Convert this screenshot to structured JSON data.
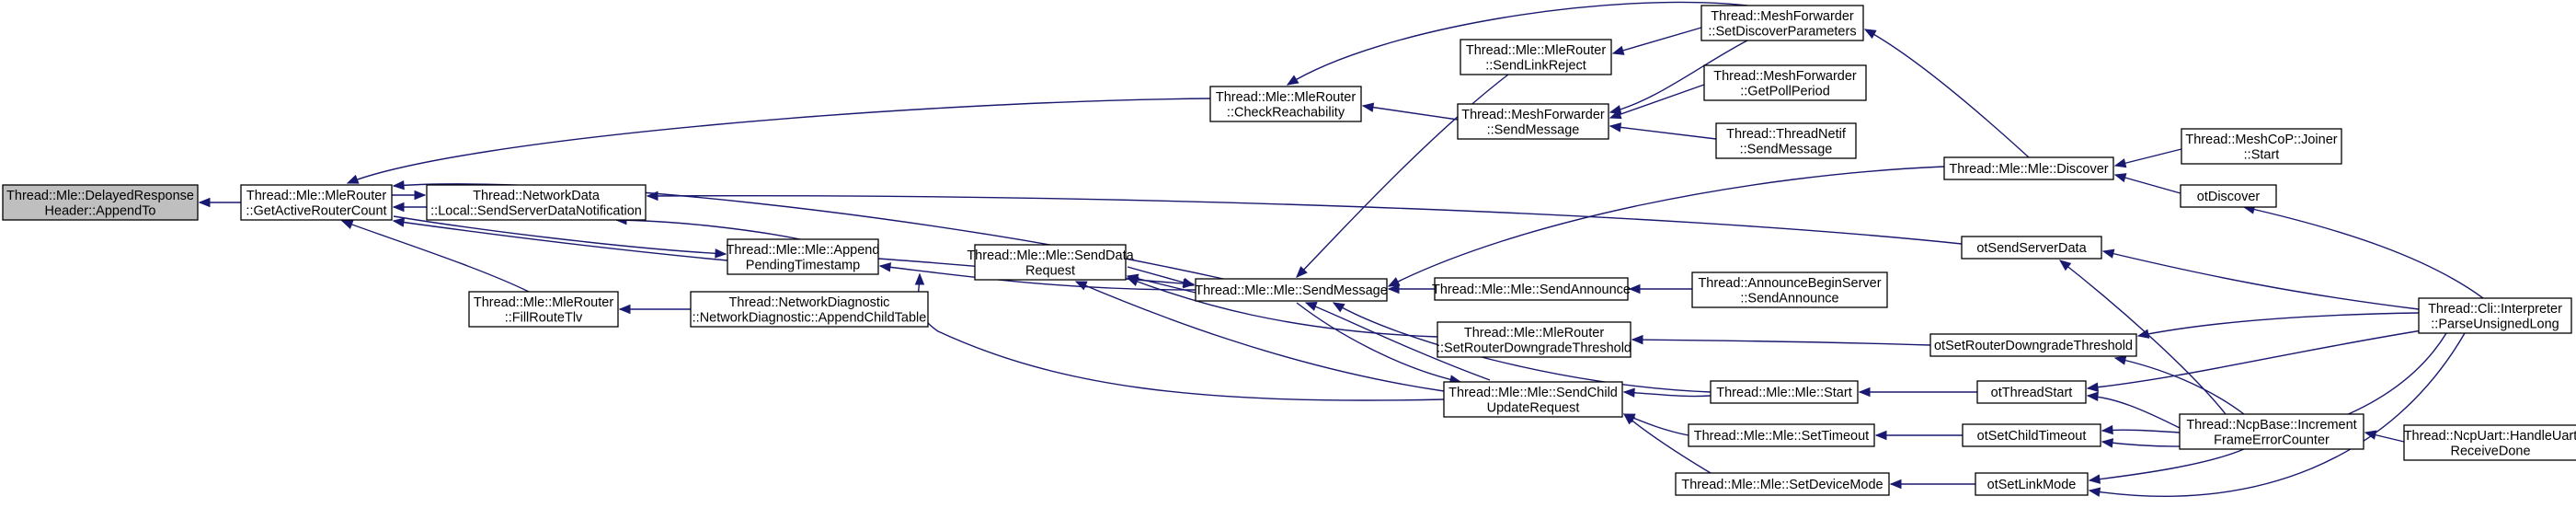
{
  "graph": {
    "type": "caller-graph",
    "accent_color": "#191970",
    "root_fill": "#bfbfbf",
    "nodes": [
      {
        "id": "appendto",
        "lines": [
          "Thread::Mle::DelayedResponse",
          "Header::AppendTo"
        ],
        "root": true
      },
      {
        "id": "getactiverouter",
        "lines": [
          "Thread::Mle::MleRouter",
          "::GetActiveRouterCount"
        ]
      },
      {
        "id": "sendserverdatanotif",
        "lines": [
          "Thread::NetworkData",
          "::Local::SendServerDataNotification"
        ]
      },
      {
        "id": "fillroutetlv",
        "lines": [
          "Thread::Mle::MleRouter",
          "::FillRouteTlv"
        ]
      },
      {
        "id": "appendchildtable",
        "lines": [
          "Thread::NetworkDiagnostic",
          "::NetworkDiagnostic::AppendChildTable"
        ]
      },
      {
        "id": "appendpending",
        "lines": [
          "Thread::Mle::Mle::Append",
          "PendingTimestamp"
        ]
      },
      {
        "id": "checkreach",
        "lines": [
          "Thread::Mle::MleRouter",
          "::CheckReachability"
        ]
      },
      {
        "id": "senddatareq",
        "lines": [
          "Thread::Mle::Mle::SendData",
          "Request"
        ]
      },
      {
        "id": "sendmessage",
        "lines": [
          "Thread::Mle::Mle::SendMessage"
        ]
      },
      {
        "id": "sendlinkreject",
        "lines": [
          "Thread::Mle::MleRouter",
          "::SendLinkReject"
        ]
      },
      {
        "id": "mfsendmessage",
        "lines": [
          "Thread::MeshForwarder",
          "::SendMessage"
        ]
      },
      {
        "id": "sendchildupdate",
        "lines": [
          "Thread::Mle::Mle::SendChild",
          "UpdateRequest"
        ]
      },
      {
        "id": "setdiscover",
        "lines": [
          "Thread::MeshForwarder",
          "::SetDiscoverParameters"
        ]
      },
      {
        "id": "getpollperiod",
        "lines": [
          "Thread::MeshForwarder",
          "::GetPollPeriod"
        ]
      },
      {
        "id": "netifsendmessage",
        "lines": [
          "Thread::ThreadNetif",
          "::SendMessage"
        ]
      },
      {
        "id": "sendannounce",
        "lines": [
          "Thread::Mle::Mle::SendAnnounce"
        ]
      },
      {
        "id": "setrouterdowngrade",
        "lines": [
          "Thread::Mle::MleRouter",
          "::SetRouterDowngradeThreshold"
        ]
      },
      {
        "id": "announcebegin",
        "lines": [
          "Thread::AnnounceBeginServer",
          "::SendAnnounce"
        ]
      },
      {
        "id": "mlestart",
        "lines": [
          "Thread::Mle::Mle::Start"
        ]
      },
      {
        "id": "settimeout",
        "lines": [
          "Thread::Mle::Mle::SetTimeout"
        ]
      },
      {
        "id": "setdevicemode",
        "lines": [
          "Thread::Mle::Mle::SetDeviceMode"
        ]
      },
      {
        "id": "discover",
        "lines": [
          "Thread::Mle::Mle::Discover"
        ]
      },
      {
        "id": "otsendserverdata",
        "lines": [
          "otSendServerData"
        ]
      },
      {
        "id": "otsetrouterdown",
        "lines": [
          "otSetRouterDowngradeThreshold"
        ]
      },
      {
        "id": "otthreadstart",
        "lines": [
          "otThreadStart"
        ]
      },
      {
        "id": "otsetchildtimeout",
        "lines": [
          "otSetChildTimeout"
        ]
      },
      {
        "id": "otsetlinkmode",
        "lines": [
          "otSetLinkMode"
        ]
      },
      {
        "id": "joinerstart",
        "lines": [
          "Thread::MeshCoP::Joiner",
          "::Start"
        ]
      },
      {
        "id": "otdiscover",
        "lines": [
          "otDiscover"
        ]
      },
      {
        "id": "ncpincrement",
        "lines": [
          "Thread::NcpBase::Increment",
          "FrameErrorCounter"
        ]
      },
      {
        "id": "parseunsigned",
        "lines": [
          "Thread::Cli::Interpreter",
          "::ParseUnsignedLong"
        ]
      },
      {
        "id": "handleuart",
        "lines": [
          "Thread::NcpUart::HandleUart",
          "ReceiveDone"
        ]
      }
    ]
  }
}
